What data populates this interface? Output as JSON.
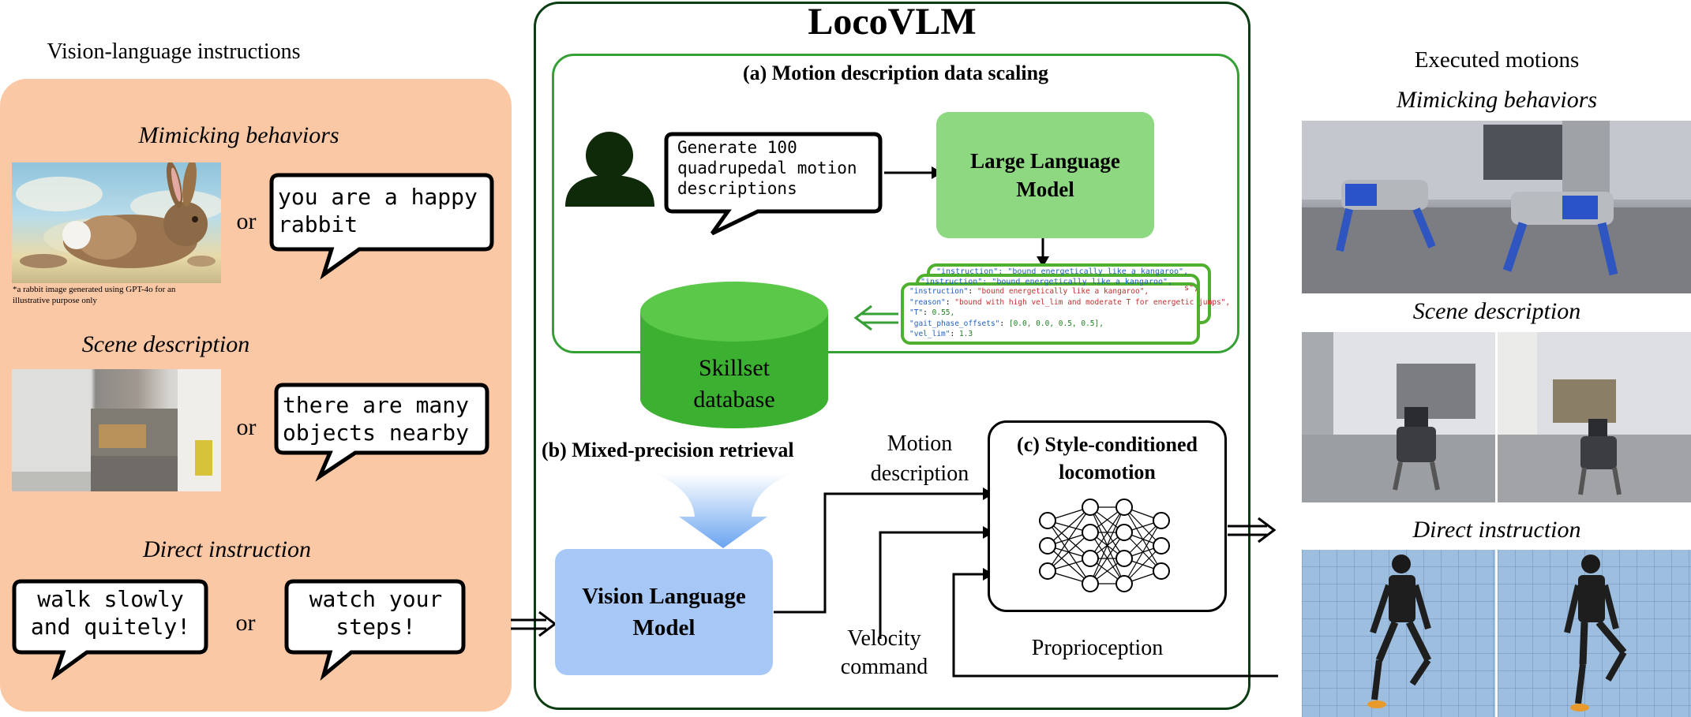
{
  "left": {
    "heading": "Vision-language instructions",
    "sections": [
      {
        "title": "Mimicking behaviors",
        "bubble": "you are a happy\nrabbit",
        "or": "or",
        "footnote": "*a rabbit image generated using GPT-4o for an\nillustrative purpose only"
      },
      {
        "title": "Scene description",
        "bubble": "there are many\nobjects nearby",
        "or": "or"
      },
      {
        "title": "Direct instruction",
        "bubble_a": "walk slowly\nand quitely!",
        "or": "or",
        "bubble_b": "watch your\nsteps!"
      }
    ]
  },
  "center": {
    "title": "LocoVLM",
    "panel_a": {
      "title": "(a) Motion description data scaling",
      "prompt": "Generate 100\nquadrupedal motion\ndescriptions",
      "llm": "Large Language\nModel",
      "database": "Skillset\ndatabase",
      "json_card": {
        "back1": "\"instruction\": \"bound energetically like a kangaroo\",",
        "back2": "\"instruction\": \"bound energetically like a kangaroo\",",
        "back_tail": "s\",",
        "line1_key": "\"instruction\"",
        "line1_val": "\"bound energetically like a kangaroo\",",
        "line2_key": "\"reason\"",
        "line2_val": "\"bound with high vel_lim and moderate T for energetic jumps\",",
        "line3_key": "\"T\"",
        "line3_val": "0.55,",
        "line4_key": "\"gait_phase_offsets\"",
        "line4_val": "[0.0, 0.0, 0.5, 0.5],",
        "line5_key": "\"vel_lim\"",
        "line5_val": "1.3"
      }
    },
    "panel_b": {
      "title": "(b) Mixed-precision retrieval",
      "vlm": "Vision Language\nModel"
    },
    "panel_c": {
      "title": "(c) Style-conditioned\nlocomotion"
    },
    "labels": {
      "motion_description": "Motion\ndescription",
      "velocity_command": "Velocity\ncommand",
      "proprioception": "Proprioception"
    }
  },
  "right": {
    "heading": "Executed motions",
    "sections": [
      "Mimicking behaviors",
      "Scene description",
      "Direct instruction"
    ]
  },
  "colors": {
    "left_panel": "#fbc8a6",
    "dark_green": "#0b3d12",
    "panel_green": "#35a035",
    "llm_green": "#8fd882",
    "db_green": "#3cb030",
    "vlm_blue": "#a7c8f7",
    "json_key": "#2060c0",
    "json_str": "#c03030",
    "json_num": "#208020"
  }
}
